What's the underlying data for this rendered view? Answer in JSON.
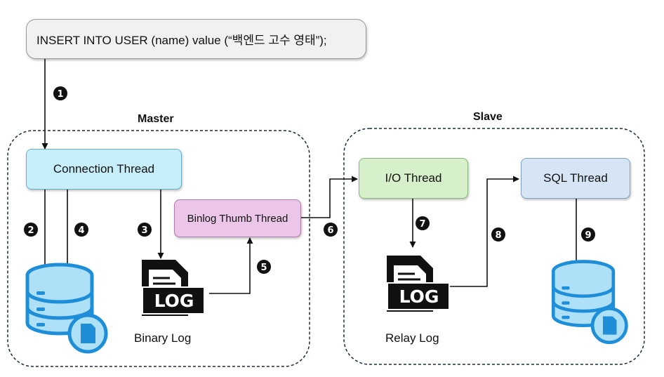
{
  "query": {
    "text": "INSERT INTO USER (name) value (“백엔드 고수 영태”);"
  },
  "master": {
    "title": "Master",
    "connection_thread": "Connection Thread",
    "binlog_thread": "Binlog Thumb Thread",
    "binary_log_label": "Binary Log"
  },
  "slave": {
    "title": "Slave",
    "io_thread": "I/O Thread",
    "sql_thread": "SQL Thread",
    "relay_log_label": "Relay Log"
  },
  "log_icon_text": "LOG",
  "steps": [
    "1",
    "2",
    "3",
    "4",
    "5",
    "6",
    "7",
    "8",
    "9"
  ],
  "colors": {
    "query_bg": "#f1f1f1",
    "connection_bg": "#c6eefb",
    "binlog_bg": "#ecc6e9",
    "io_bg": "#d6f0cb",
    "sql_bg": "#d5e5f5",
    "db_fill": "#aee0f8",
    "db_stroke": "#1f8ed8"
  }
}
